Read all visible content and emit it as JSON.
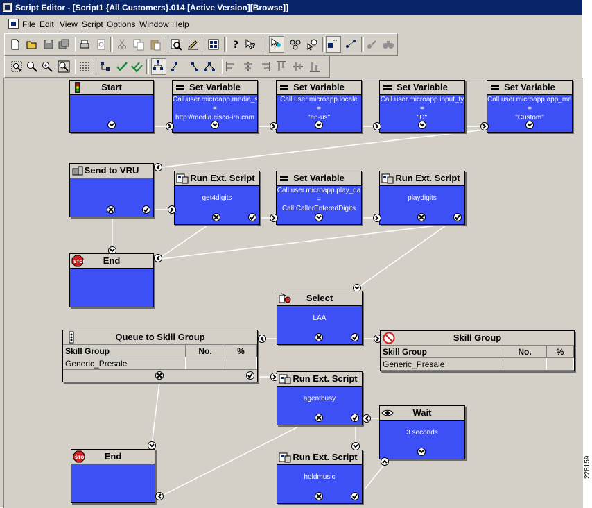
{
  "window": {
    "title": "Script Editor - [Script1 {All Customers}.014 [Active Version][Browse]]",
    "side_id": "228159"
  },
  "menu": [
    "File",
    "Edit",
    "View",
    "Script",
    "Options",
    "Window",
    "Help"
  ],
  "nodes": {
    "start": {
      "title": "Start",
      "icon": "traffic-light-icon"
    },
    "setvar1": {
      "title": "Set Variable",
      "lines": [
        "Call.user.microapp.media_se",
        "=",
        "http://media.cisco-irn.com"
      ]
    },
    "setvar2": {
      "title": "Set Variable",
      "lines": [
        "Call.user.microapp.locale",
        "=",
        "\"en-us\""
      ]
    },
    "setvar3": {
      "title": "Set Variable",
      "lines": [
        "Call.user.microapp.input_ty",
        "=",
        "\"D\""
      ]
    },
    "setvar4": {
      "title": "Set Variable",
      "lines": [
        "Call.user.microapp.app_medi",
        "=",
        "\"Custom\""
      ]
    },
    "sendvru": {
      "title": "Send to VRU",
      "icon": "vru-icon"
    },
    "runext1": {
      "title": "Run Ext. Script",
      "value": "get4digits"
    },
    "setvar5": {
      "title": "Set Variable",
      "lines": [
        "Call.user.microapp.play_da",
        "=",
        "Call.CallerEnteredDigits"
      ]
    },
    "runext2": {
      "title": "Run Ext. Script",
      "value": "playdigits"
    },
    "end1": {
      "title": "End"
    },
    "select": {
      "title": "Select",
      "value": "LAA"
    },
    "queue": {
      "title": "Queue to Skill Group",
      "columns": [
        "Skill Group",
        "No.",
        "%"
      ],
      "rows": [
        [
          "Generic_Presale",
          "",
          ""
        ]
      ]
    },
    "skillgroup": {
      "title": "Skill Group",
      "columns": [
        "Skill Group",
        "No.",
        "%"
      ],
      "rows": [
        [
          "Generic_Presale",
          "",
          ""
        ]
      ]
    },
    "runext3": {
      "title": "Run Ext. Script",
      "value": "agentbusy"
    },
    "wait": {
      "title": "Wait",
      "value": "3 seconds"
    },
    "end2": {
      "title": "End"
    },
    "runext4": {
      "title": "Run Ext. Script",
      "value": "holdmusic"
    }
  },
  "colors": {
    "node_body": "#3d50f5",
    "title_bar": "#0a246a",
    "chrome": "#d4d0c8"
  }
}
